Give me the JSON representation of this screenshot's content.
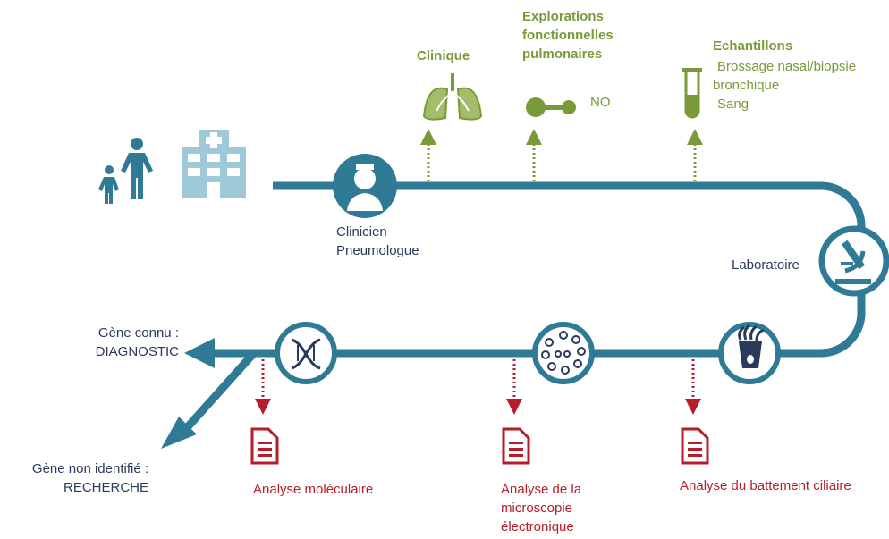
{
  "clinician": {
    "line1": "Clinicien",
    "line2": "Pneumologue"
  },
  "lab": {
    "label": "Laboratoire"
  },
  "clinique": {
    "title": "Clinique"
  },
  "efp": {
    "line1": "Explorations",
    "line2": "fonctionnelles",
    "line3": "pulmonaires",
    "no": "NO"
  },
  "samples": {
    "title": "Echantillons",
    "line1": "Brossage nasal/biopsie",
    "line2": "bronchique",
    "line3": "Sang"
  },
  "outcome_known": {
    "line1": "Gène connu :",
    "line2": "DIAGNOSTIC"
  },
  "outcome_unknown": {
    "line1": "Gène non identifié :",
    "line2": "RECHERCHE"
  },
  "analyses": {
    "molecular": "Analyse moléculaire",
    "microscopy": {
      "line1": "Analyse de la",
      "line2": "microscopie",
      "line3": "électronique"
    },
    "ciliary": "Analyse du battement ciliaire"
  },
  "colors": {
    "teal": "#2f7a95",
    "green": "#7a9a3a",
    "red": "#b41e2a",
    "navy": "#2a3a5a",
    "building": "#9ec9d8"
  }
}
